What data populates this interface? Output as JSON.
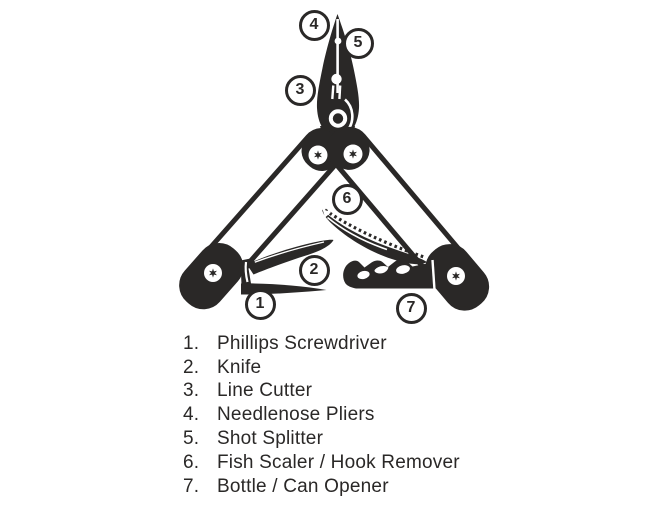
{
  "colors": {
    "ink": "#2a2827",
    "paper": "#ffffff"
  },
  "figure": {
    "description": "Multi-tool diagram with numbered callouts",
    "callouts": [
      {
        "label": "1"
      },
      {
        "label": "2"
      },
      {
        "label": "3"
      },
      {
        "label": "4"
      },
      {
        "label": "5"
      },
      {
        "label": "6"
      },
      {
        "label": "7"
      }
    ]
  },
  "legend": {
    "items": [
      {
        "number": "1.",
        "label": "Phillips Screwdriver"
      },
      {
        "number": "2.",
        "label": "Knife"
      },
      {
        "number": "3.",
        "label": "Line Cutter"
      },
      {
        "number": "4.",
        "label": "Needlenose Pliers"
      },
      {
        "number": "5.",
        "label": "Shot Splitter"
      },
      {
        "number": "6.",
        "label": "Fish Scaler / Hook Remover"
      },
      {
        "number": "7.",
        "label": "Bottle / Can Opener"
      }
    ]
  }
}
